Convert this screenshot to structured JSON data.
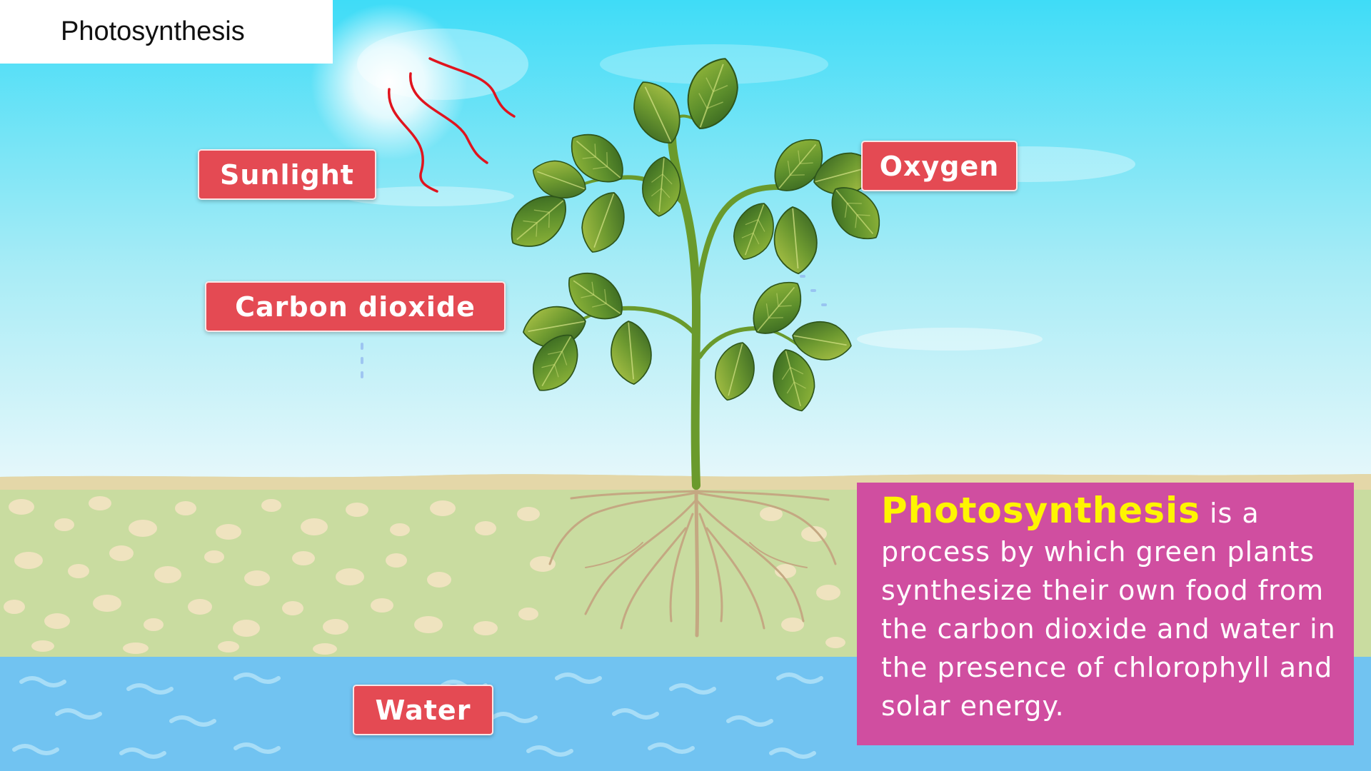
{
  "title": "Photosynthesis",
  "labels": {
    "sunlight": "Sunlight",
    "oxygen": "Oxygen",
    "carbon_dioxide": "Carbon dioxide",
    "water": "Water"
  },
  "info": {
    "highlight": "Photosynthesis",
    "text": " is a process by which green plants synthesize their own food from the carbon dioxide and water in the presence of chlorophyll and solar energy."
  },
  "colors": {
    "label_bg": "#e44a53",
    "info_bg": "#d04ea0",
    "highlight": "#fff500",
    "sun_rays": "#e0141e"
  }
}
